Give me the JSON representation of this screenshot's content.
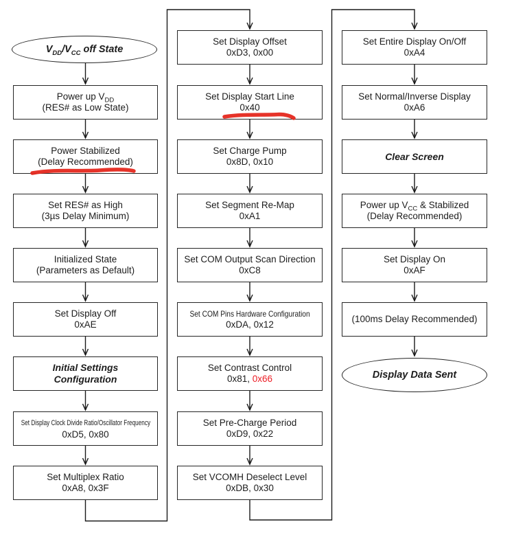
{
  "colors": {
    "annotation_red": "#e5281e",
    "red_text": "#ed1c24",
    "line": "#1a1a1a"
  },
  "col1": {
    "start": {
      "pre": "V",
      "sub1": "DD",
      "mid": "/V",
      "sub2": "CC",
      "post": " off State"
    },
    "power_up_vdd": {
      "l1_pre": "Power up V",
      "l1_sub": "DD",
      "l2": "(RES# as Low State)"
    },
    "power_stabilized": {
      "l1": "Power Stabilized",
      "l2": "(Delay Recommended)"
    },
    "set_res_high": {
      "l1": "Set RES# as High",
      "l2": "(3µs Delay Minimum)"
    },
    "initialized_state": {
      "l1": "Initialized State",
      "l2": "(Parameters as Default)"
    },
    "set_display_off": {
      "l1": "Set Display Off",
      "l2": "0xAE"
    },
    "initial_settings": {
      "l1": "Initial Settings",
      "l2": "Configuration"
    },
    "clock_divide": {
      "l1": "Set Display Clock Divide Ratio/Oscillator Frequency",
      "l2": "0xD5, 0x80"
    },
    "multiplex_ratio": {
      "l1": "Set Multiplex Ratio",
      "l2": "0xA8, 0x3F"
    }
  },
  "col2": {
    "display_offset": {
      "l1": "Set Display Offset",
      "l2": "0xD3, 0x00"
    },
    "start_line": {
      "l1": "Set Display Start Line",
      "l2": "0x40"
    },
    "charge_pump": {
      "l1": "Set Charge Pump",
      "l2": "0x8D, 0x10"
    },
    "segment_remap": {
      "l1": "Set Segment Re-Map",
      "l2": "0xA1"
    },
    "com_scan_direction": {
      "l1": "Set COM Output Scan Direction",
      "l2": "0xC8"
    },
    "com_pins": {
      "l1": "Set COM Pins Hardware Configuration",
      "l2": "0xDA, 0x12"
    },
    "contrast": {
      "l1": "Set Contrast Control",
      "l2a": "0x81, ",
      "l2b": "0x66"
    },
    "precharge": {
      "l1": "Set Pre-Charge Period",
      "l2": "0xD9, 0x22"
    },
    "vcomh": {
      "l1": "Set VCOMH Deselect Level",
      "l2": "0xDB, 0x30"
    }
  },
  "col3": {
    "entire_display": {
      "l1": "Set Entire Display On/Off",
      "l2": "0xA4"
    },
    "normal_inverse": {
      "l1": "Set Normal/Inverse Display",
      "l2": "0xA6"
    },
    "clear_screen": {
      "l1": "Clear Screen"
    },
    "power_up_vcc": {
      "l1_pre": "Power up V",
      "l1_sub": "CC",
      "l1_post": " & Stabilized",
      "l2": "(Delay Recommended)"
    },
    "display_on": {
      "l1": "Set Display On",
      "l2": "0xAF"
    },
    "delay_100ms": {
      "l1": "(100ms Delay Recommended)"
    },
    "end": {
      "label": "Display Data Sent"
    }
  }
}
